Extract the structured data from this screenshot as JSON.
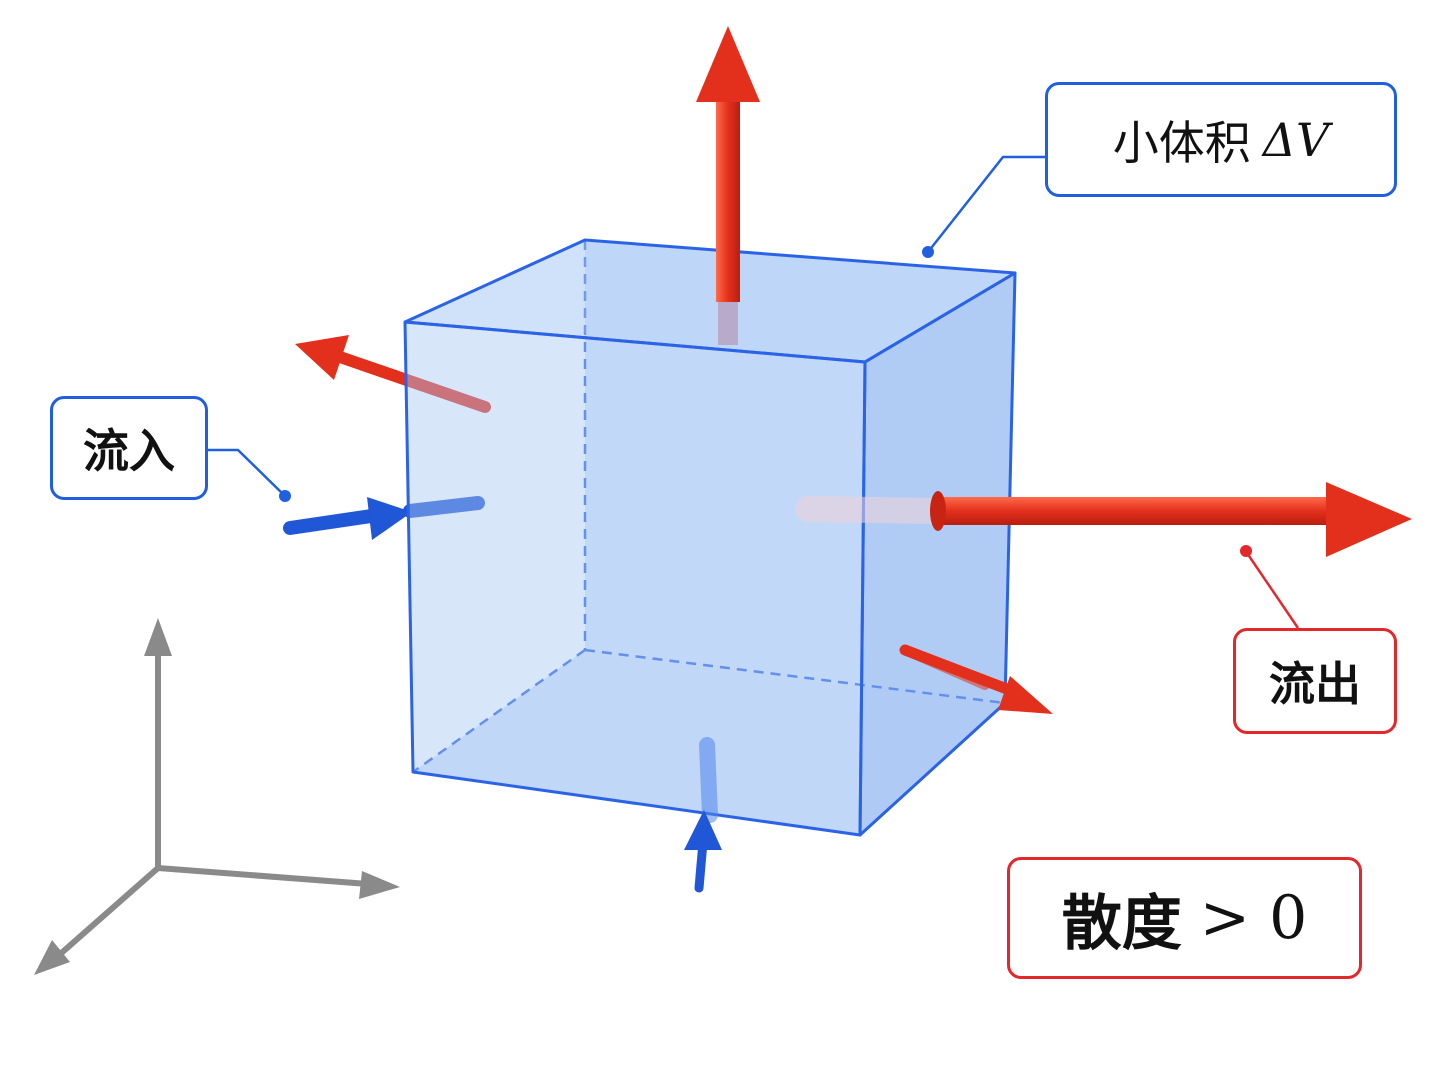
{
  "labels": {
    "volume": {
      "text": "小体积",
      "math": "ΔV"
    },
    "inflow": "流入",
    "outflow": "流出",
    "divergence": {
      "text": "散度",
      "math": "> 0"
    }
  },
  "colors": {
    "outflow_arrow": "#e3301c",
    "inflow_arrow": "#1f57d6",
    "cube_fill": "#a9c8f5",
    "cube_edge": "#2b63e6",
    "axes": "#8a8a8a",
    "callout_blue": "#1f5fe0",
    "callout_red": "#e3272b"
  }
}
